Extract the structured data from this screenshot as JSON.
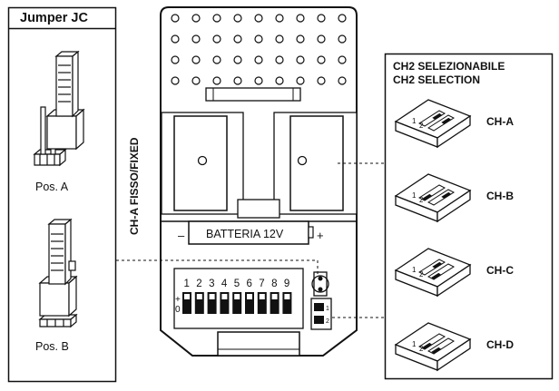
{
  "left_panel": {
    "title": "Jumper JC",
    "positions": [
      {
        "label": "Pos. A"
      },
      {
        "label": "Pos. B"
      }
    ]
  },
  "side_label": "CH-A FISSO/FIXED",
  "board": {
    "battery_label": "BATTERIA 12V",
    "battery_minus": "–",
    "battery_plus": "+",
    "dip_numbers": [
      "1",
      "2",
      "3",
      "4",
      "5",
      "6",
      "7",
      "8",
      "9"
    ],
    "dip_plus": "+",
    "dip_zero": "0",
    "small_switch_labels": [
      "1",
      "2"
    ]
  },
  "right_panel": {
    "title_line1": "CH2 SELEZIONABILE",
    "title_line2": "CH2 SELECTION",
    "options": [
      {
        "label": "CH-A"
      },
      {
        "label": "CH-B"
      },
      {
        "label": "CH-C"
      },
      {
        "label": "CH-D"
      }
    ],
    "switch_digits": [
      "1",
      "2"
    ]
  }
}
